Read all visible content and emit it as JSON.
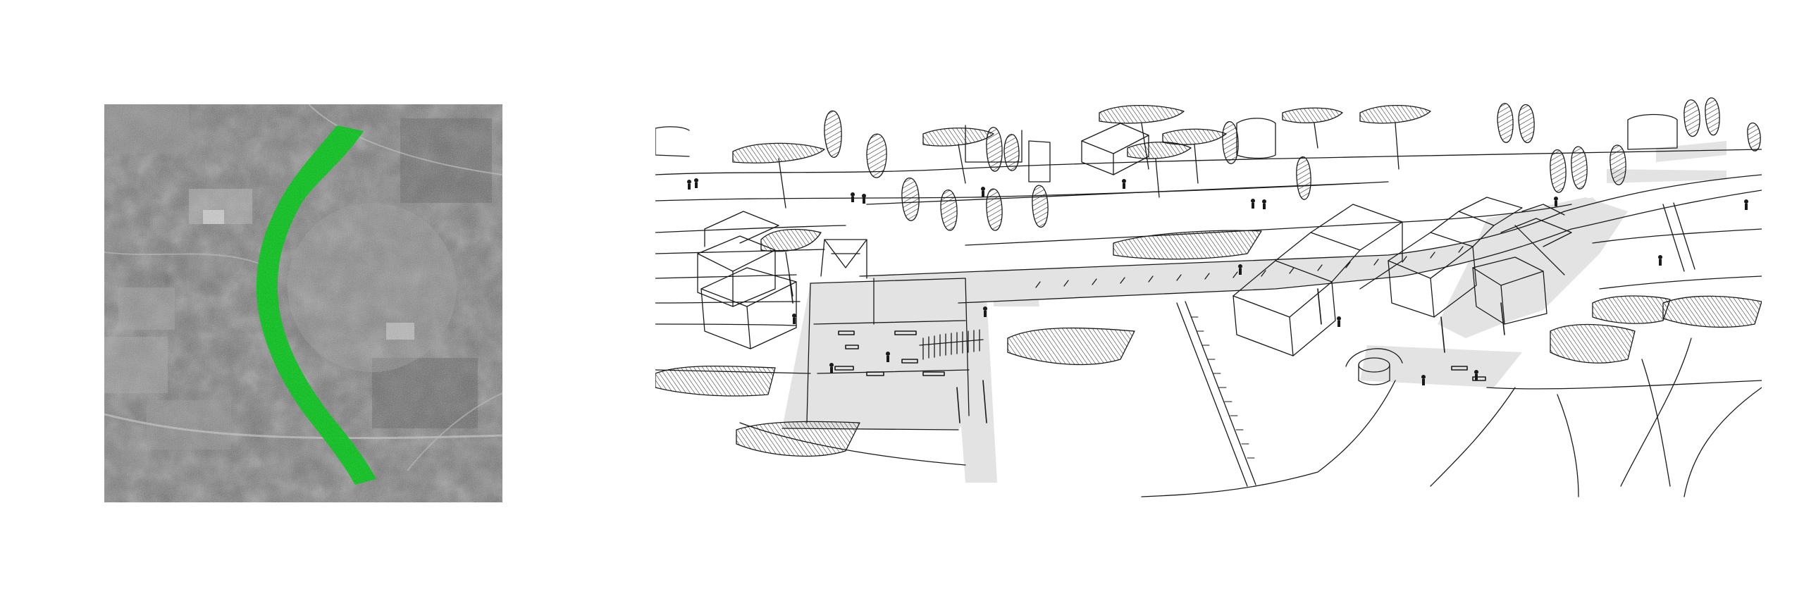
{
  "figure": {
    "panels": [
      {
        "id": "aerial-photo",
        "kind": "grayscale aerial photograph",
        "overlay_color": "#1fd13a"
      },
      {
        "id": "perspective-sketch",
        "kind": "hand-drawn bird's-eye perspective",
        "fill_color": "#e3e3e3",
        "ink_color": "#1a1a1a"
      }
    ]
  },
  "colors": {
    "background": "#ffffff",
    "green_corridor": "#1fd13a",
    "paving_grey": "#e3e3e3",
    "ink": "#1a1a1a"
  }
}
